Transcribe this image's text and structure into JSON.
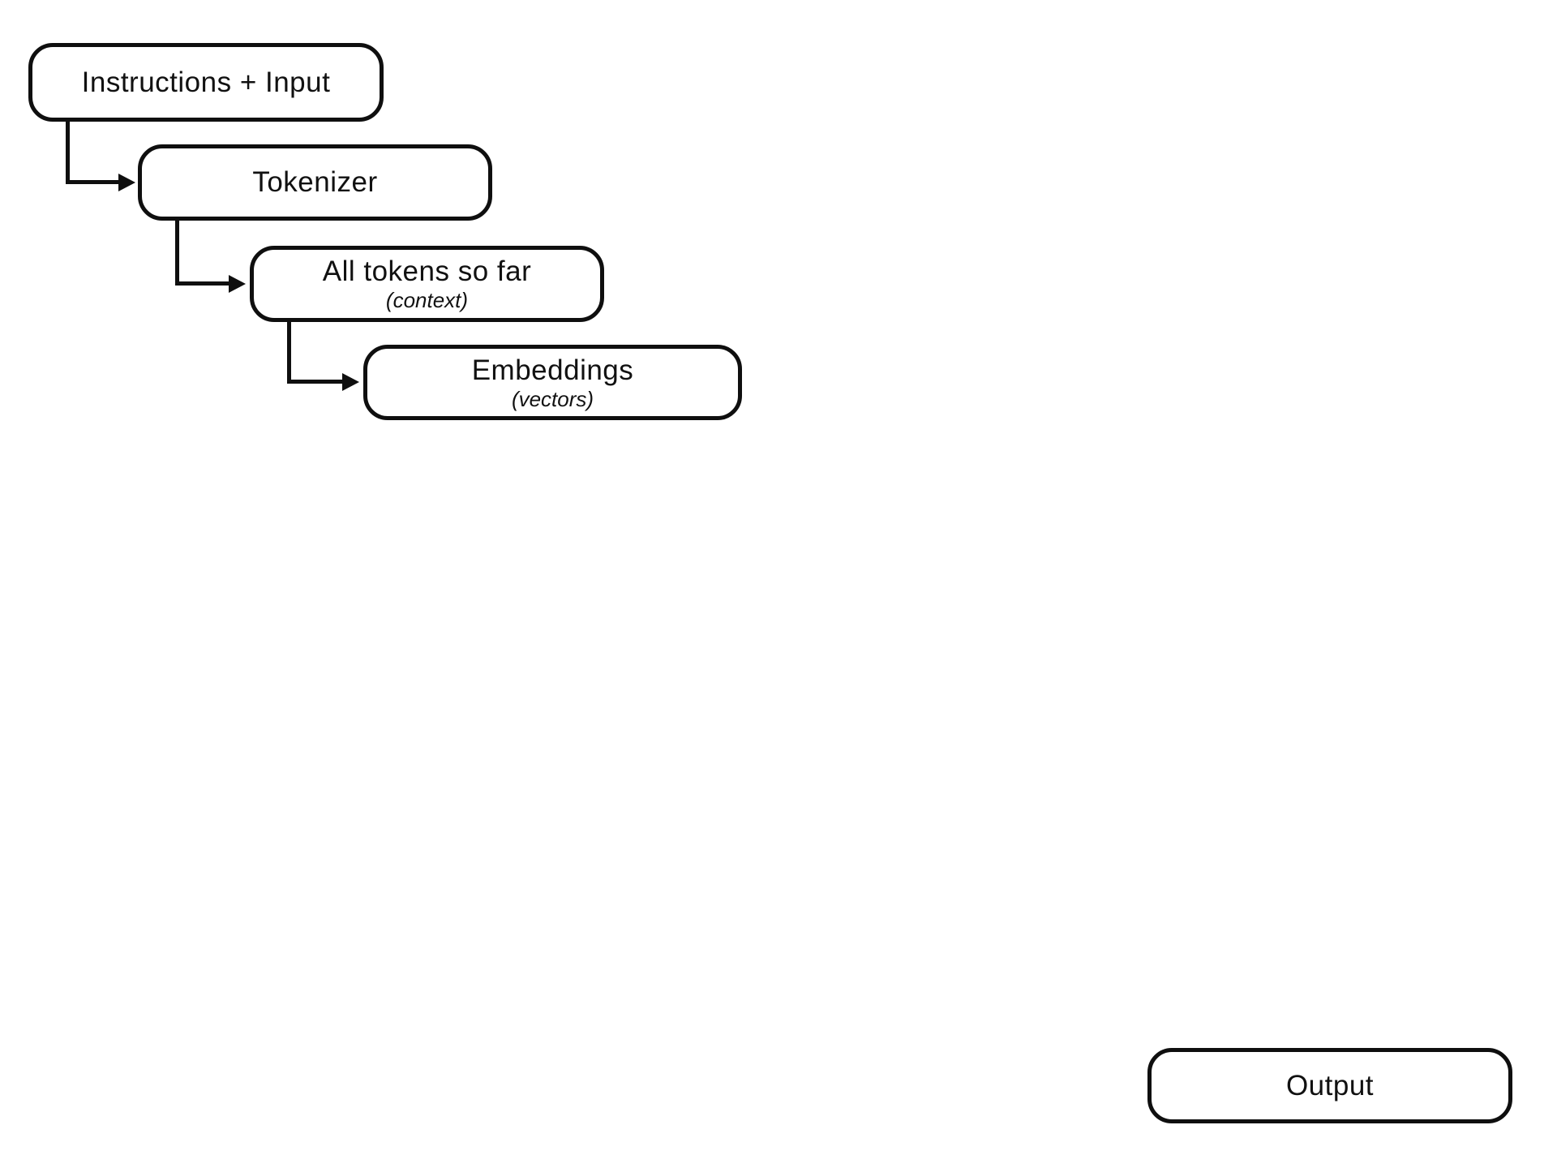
{
  "diagram": {
    "colors": {
      "stroke": "#0f0f0f",
      "fill": "#ffffff",
      "text": "#111111"
    },
    "nodes": [
      {
        "id": "instructions-input",
        "label": "Instructions + Input",
        "sublabel": ""
      },
      {
        "id": "tokenizer",
        "label": "Tokenizer",
        "sublabel": ""
      },
      {
        "id": "all-tokens-so-far",
        "label": "All tokens so far",
        "sublabel": "(context)"
      },
      {
        "id": "embeddings",
        "label": "Embeddings",
        "sublabel": "(vectors)"
      },
      {
        "id": "output",
        "label": "Output",
        "sublabel": ""
      }
    ],
    "edges": [
      {
        "from": "instructions-input",
        "to": "tokenizer"
      },
      {
        "from": "tokenizer",
        "to": "all-tokens-so-far"
      },
      {
        "from": "all-tokens-so-far",
        "to": "embeddings"
      }
    ]
  }
}
